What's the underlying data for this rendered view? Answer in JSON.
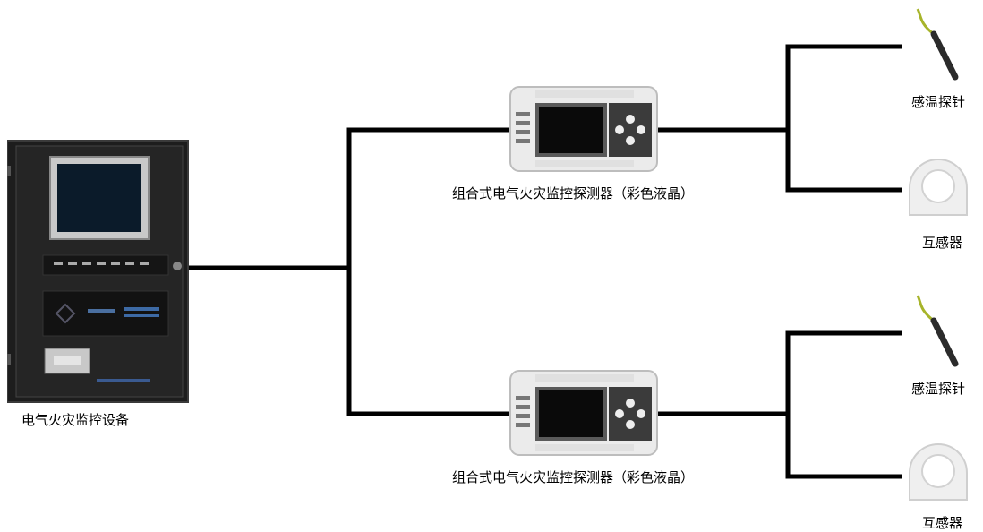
{
  "main_device": {
    "label": "电气火灾监控设备"
  },
  "detectors": [
    {
      "label": "组合式电气火灾监控探测器（彩色液晶）"
    },
    {
      "label": "组合式电气火灾监控探测器（彩色液晶）"
    }
  ],
  "sensors": [
    {
      "label": "感温探针"
    },
    {
      "label": "互感器"
    },
    {
      "label": "感温探针"
    },
    {
      "label": "互感器"
    }
  ],
  "colors": {
    "wire": "#000000",
    "cabinet": "#1e1e1e",
    "detector_body": "#e9e9e9",
    "probe_cable": "#a7b42a",
    "ct_body": "#efefef"
  }
}
